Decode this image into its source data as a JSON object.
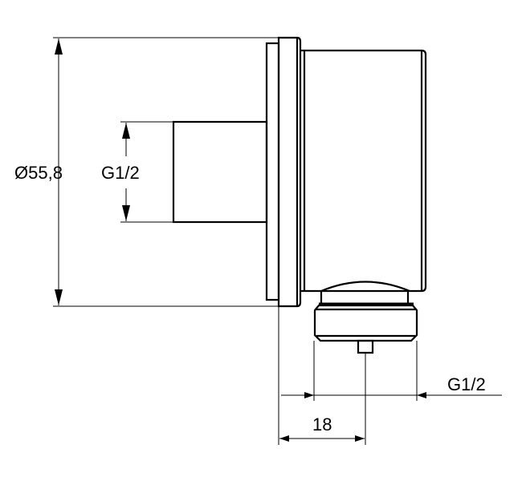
{
  "drawing": {
    "diameter_label": "Ø55,8",
    "inlet_thread_label": "G1/2",
    "outlet_thread_label": "G1/2",
    "offset_label": "18"
  },
  "colors": {
    "line": "#000000",
    "background": "#ffffff"
  }
}
